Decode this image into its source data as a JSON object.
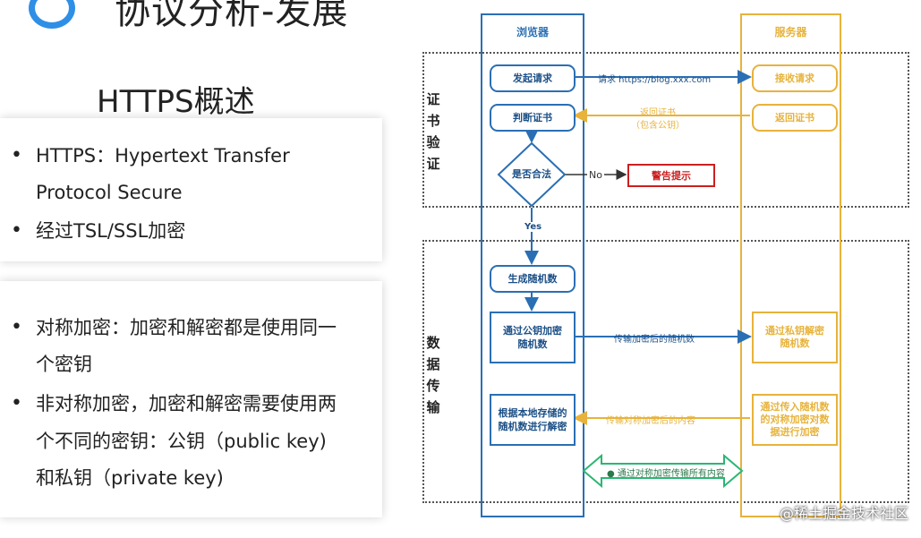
{
  "header": {
    "title": "协议分析-发展"
  },
  "section": {
    "title": "HTTPS概述"
  },
  "card1": {
    "bullets": [
      {
        "lines": [
          "HTTPS：Hypertext Transfer",
          "Protocol Secure"
        ]
      },
      {
        "lines": [
          "经过TSL/SSL加密"
        ]
      }
    ]
  },
  "card2": {
    "bullets": [
      {
        "lines": [
          "对称加密：加密和解密都是使用同一",
          "个密钥"
        ]
      },
      {
        "lines": [
          "非对称加密，加密和解密需要使用两",
          "个不同的密钥：公钥（public key)",
          "和私钥（private key)"
        ]
      }
    ]
  },
  "diagram": {
    "browser_lane": "浏览器",
    "server_lane": "服务器",
    "group_cert": "证书验证",
    "group_data": "数据传输",
    "browser_steps": {
      "initiate": "发起请求",
      "judge_cert": "判断证书",
      "is_valid": "是否合法",
      "gen_random": "生成随机数",
      "encrypt_random": "通过公钥加密随机数",
      "decrypt": "根据本地存储的随机数进行解密"
    },
    "server_steps": {
      "receive": "接收请求",
      "return_cert": "返回证书",
      "decrypt_private": "通过私钥解密随机数",
      "encrypt_sym": "通过传入随机数的对称加密对数据进行加密"
    },
    "warning": "警告提示",
    "arrows": {
      "request": "请求 https://blog.xxx.com",
      "return_cert": "返回证书",
      "return_cert_note": "（包含公钥）",
      "no": "No",
      "yes": "Yes",
      "send_random": "传输加密后的随机数",
      "send_content": "传输对称加密后的内容",
      "all_content": "通过对称加密传输所有内容"
    },
    "colors": {
      "browser": "#2a6fb4",
      "server": "#e7b33b",
      "warning": "#cc1f1f",
      "sym": "#2bb673"
    }
  },
  "watermark": "@稀土掘金技术社区"
}
